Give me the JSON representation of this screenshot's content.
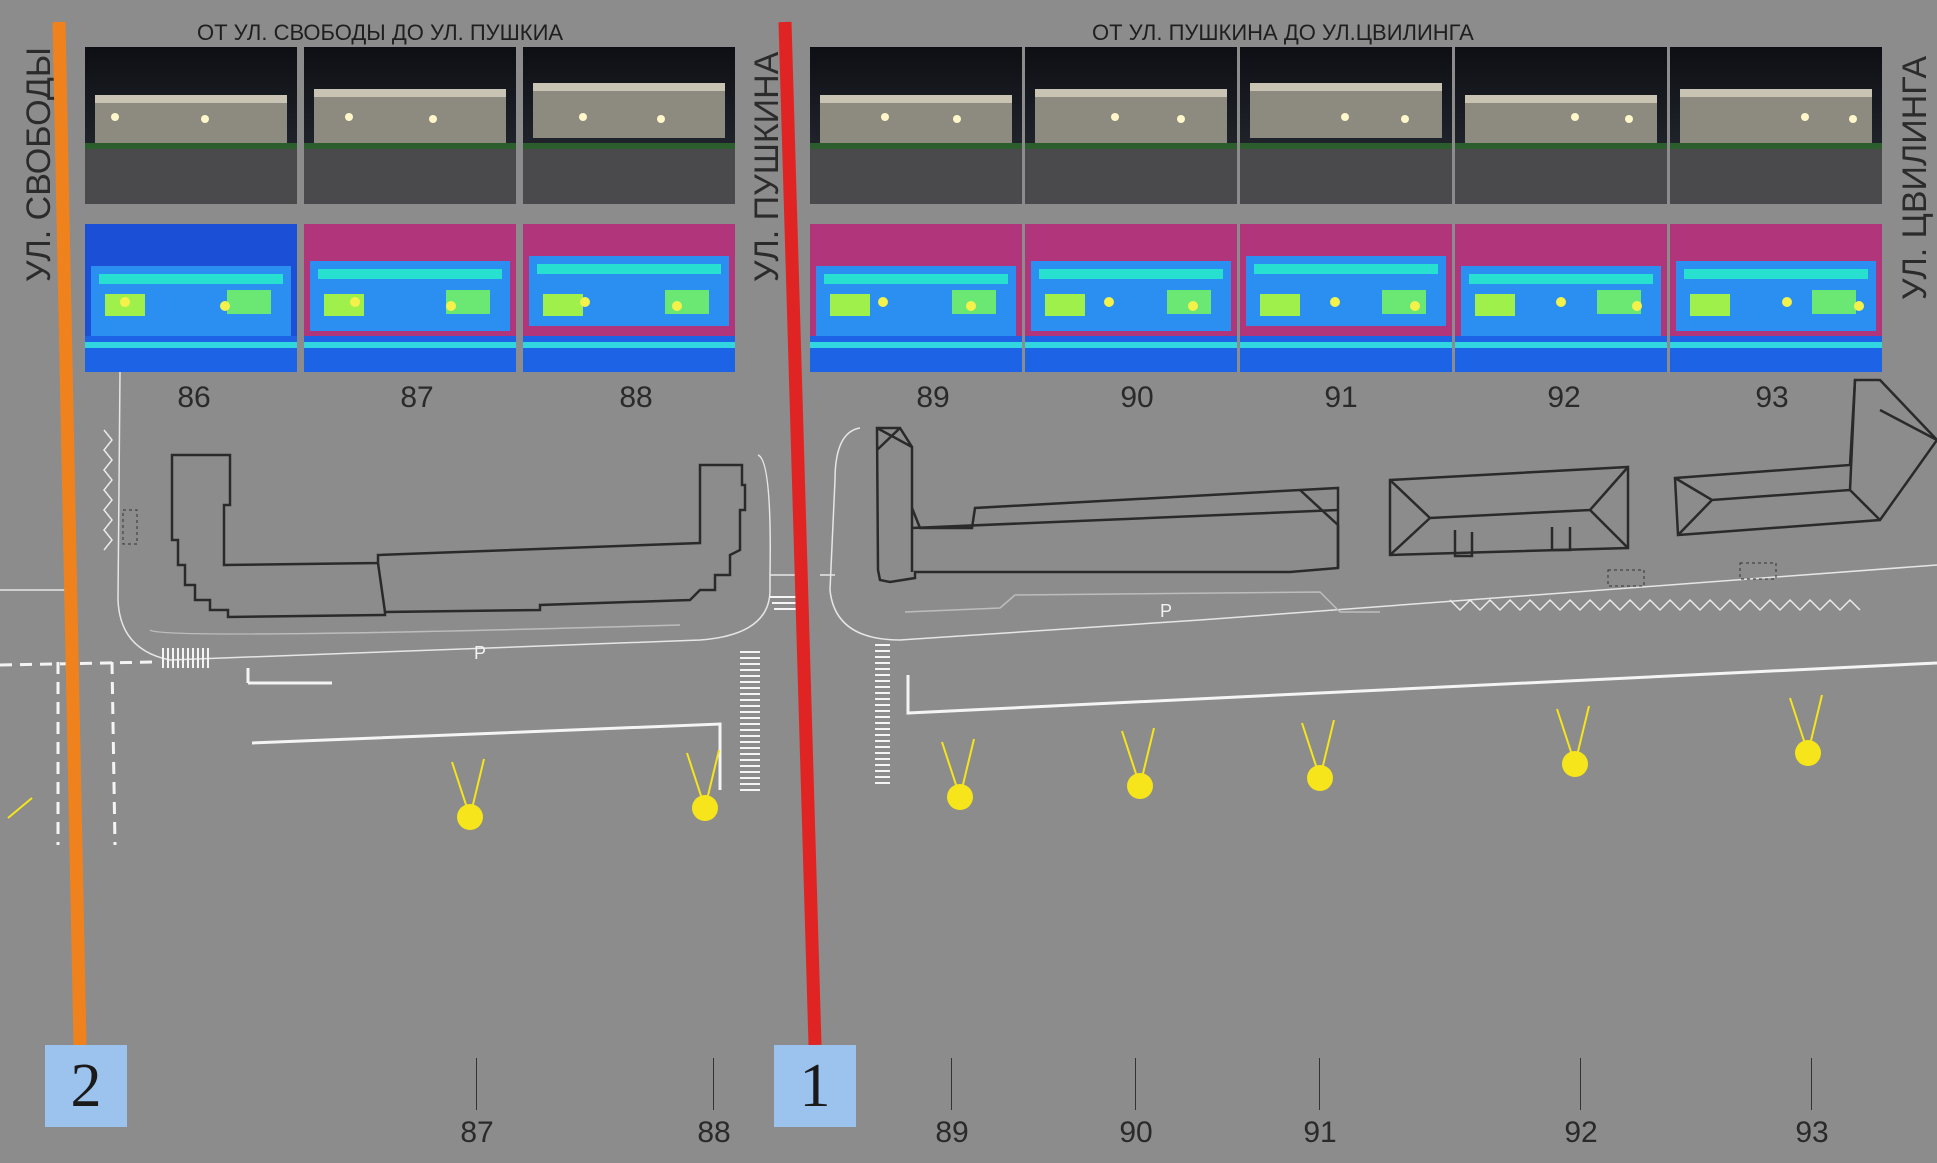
{
  "streets": {
    "svobody": "УЛ. СВОБОДЫ",
    "pushkina": "УЛ. ПУШКИНА",
    "tsvilinga": "УЛ. ЦВИЛИНГА"
  },
  "sections": {
    "left_title": "ОТ УЛ. СВОБОДЫ ДО УЛ. ПУШКИА",
    "right_title": "ОТ УЛ. ПУШКИНА  ДО УЛ.ЦВИЛИНГА"
  },
  "photo_numbers": [
    "86",
    "87",
    "88",
    "89",
    "90",
    "91",
    "92",
    "93"
  ],
  "bottom_numbers": [
    "87",
    "88",
    "89",
    "90",
    "91",
    "92",
    "93"
  ],
  "markers": {
    "m2": "2",
    "m1": "1"
  },
  "parking_labels": [
    "P",
    "P"
  ],
  "colors": {
    "background": "#8c8c8c",
    "line_svobody": "#f0821e",
    "line_pushkina": "#e02424",
    "lamp": "#f6e51a",
    "marker_box": "#9cc3ee",
    "thermal_magenta": "#b0357a"
  }
}
